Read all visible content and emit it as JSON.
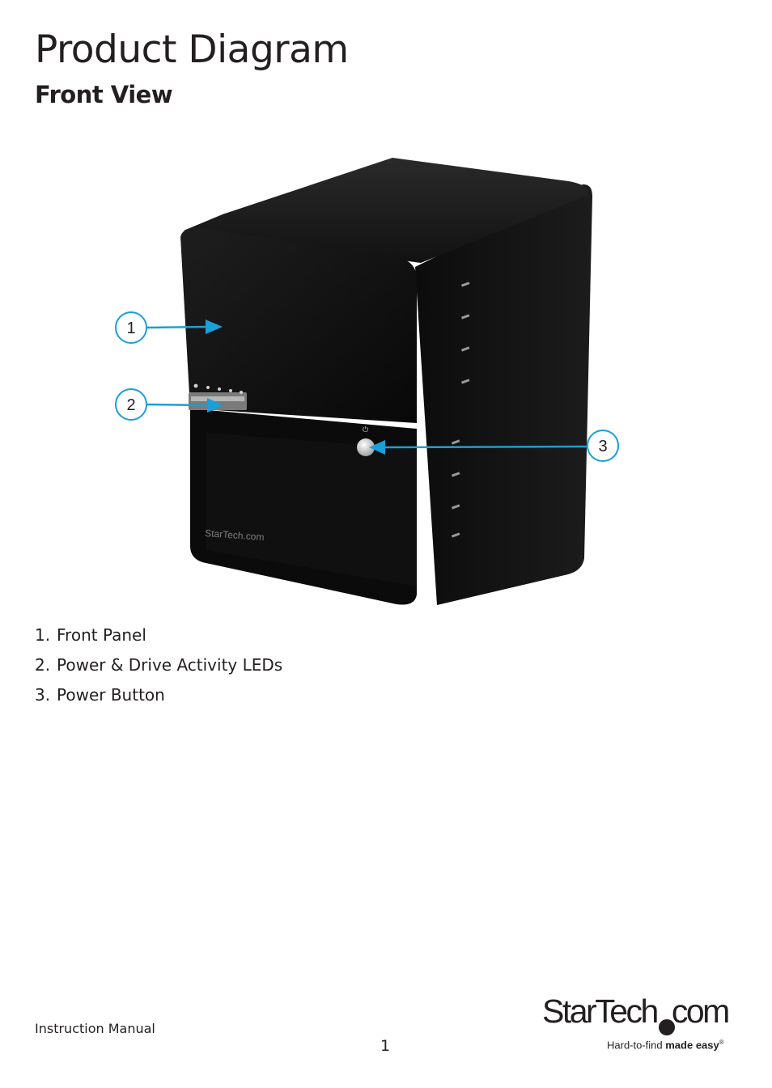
{
  "header": {
    "title": "Product Diagram",
    "subtitle": "Front View"
  },
  "figure": {
    "callouts": [
      "1",
      "2",
      "3"
    ],
    "device_brand": "StarTech.com",
    "accent_color": "#1a9fd8",
    "device_color": "#111111"
  },
  "legend": {
    "items": [
      {
        "num": "1.",
        "label": "Front Panel"
      },
      {
        "num": "2.",
        "label": "Power & Drive Activity LEDs"
      },
      {
        "num": "3.",
        "label": "Power Button"
      }
    ]
  },
  "footer": {
    "doc_name": "Instruction Manual",
    "page_number": "1",
    "brand_main": "StarTech",
    "brand_dotcom": "com",
    "tagline_plain": "Hard-to-find ",
    "tagline_bold": "made easy",
    "tagline_mark": "®"
  }
}
